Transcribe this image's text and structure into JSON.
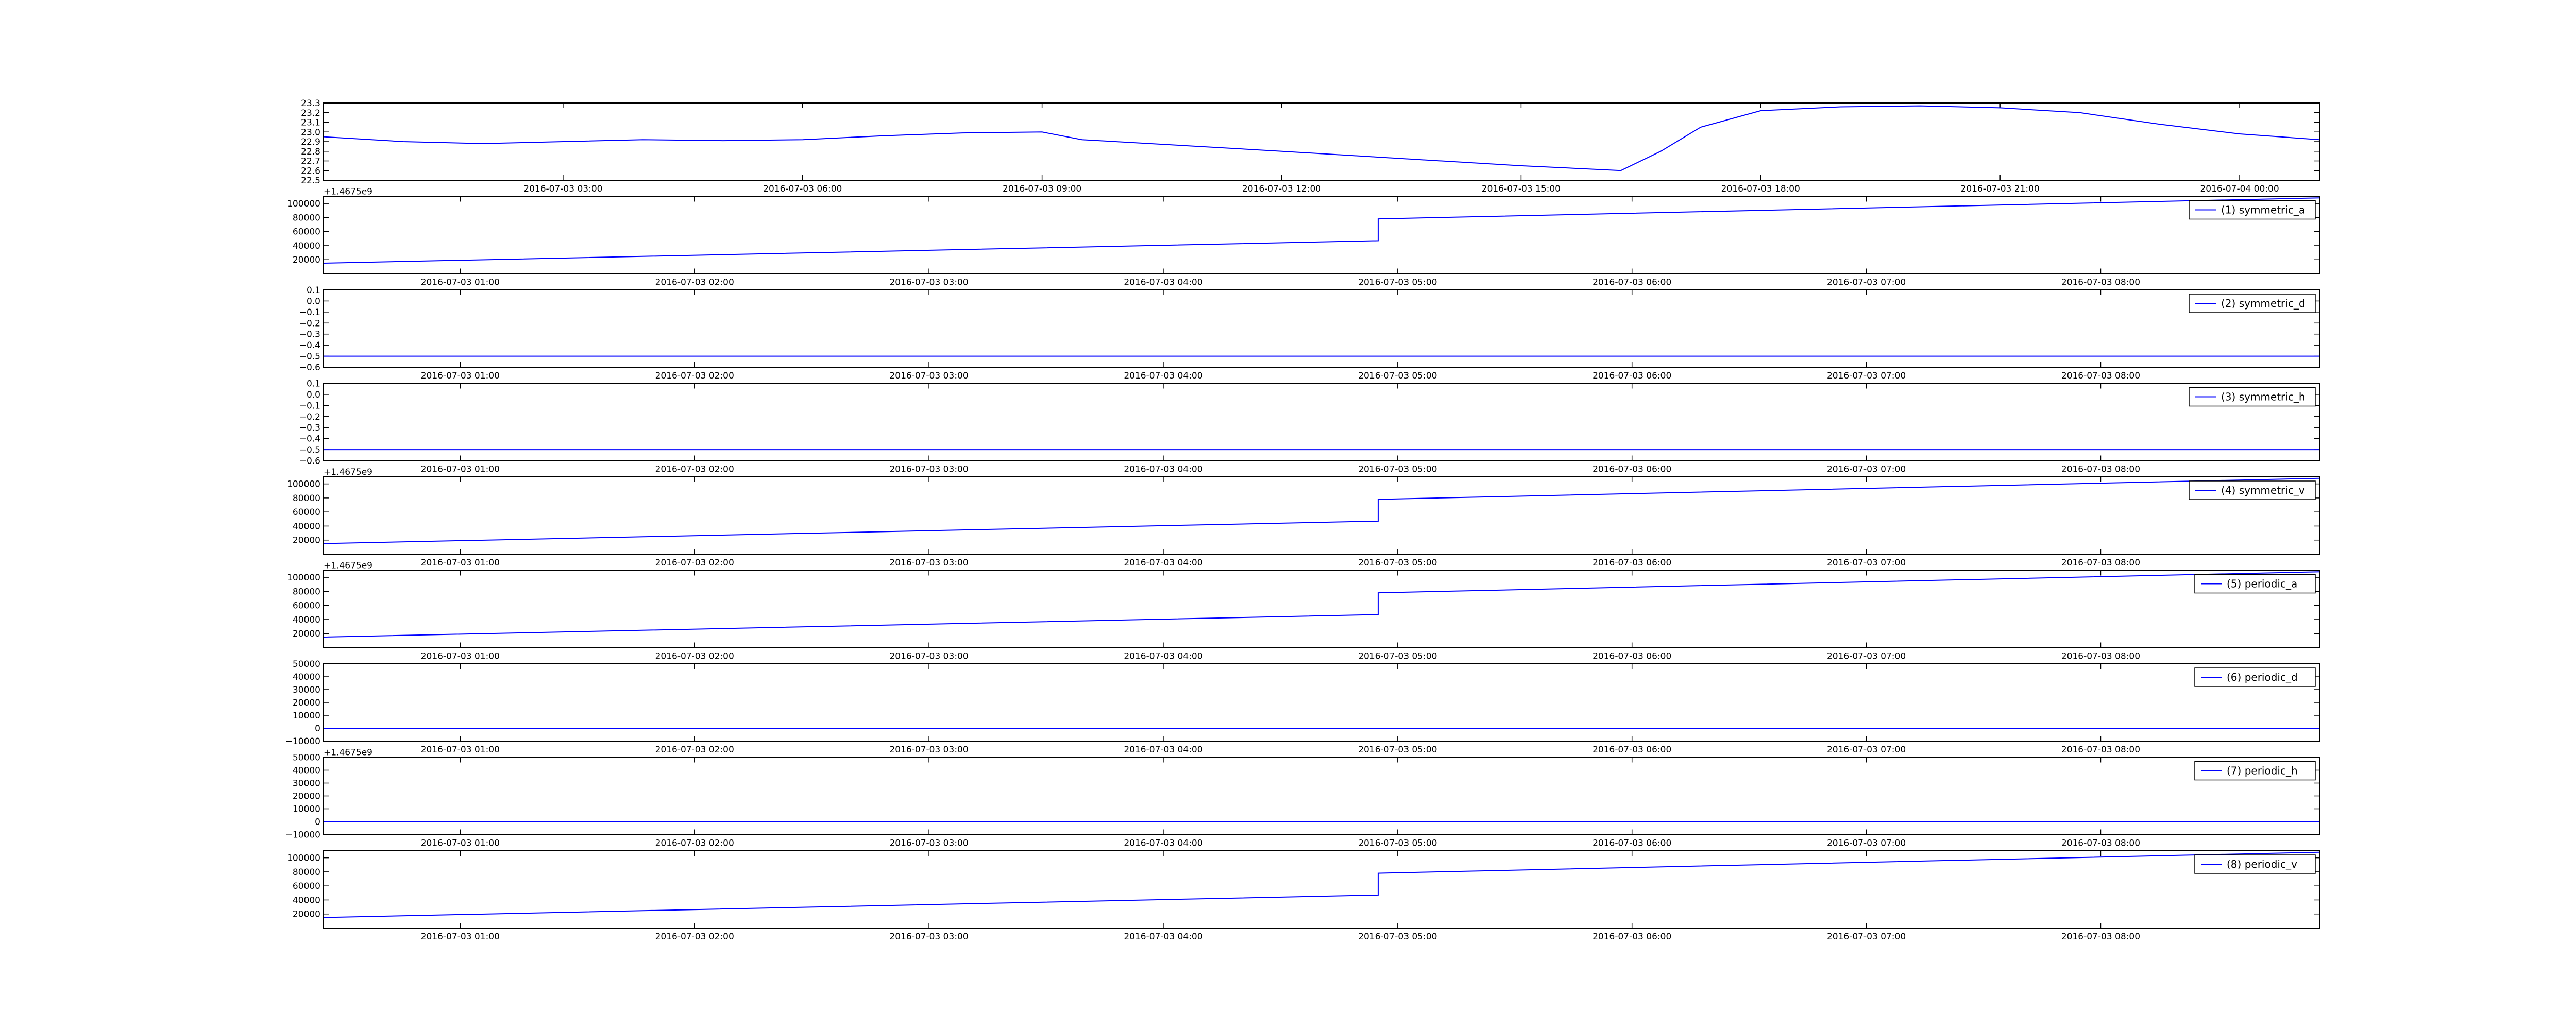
{
  "colors": {
    "line": "#0000ff",
    "axis": "#000000",
    "background": "#ffffff"
  },
  "chart_data": [
    {
      "type": "line",
      "title": "",
      "xlabel": "",
      "ylabel": "",
      "legend": "",
      "offset_label": "",
      "grid": false,
      "x_ticks": [
        "2016-07-03 03:00",
        "2016-07-03 06:00",
        "2016-07-03 09:00",
        "2016-07-03 12:00",
        "2016-07-03 15:00",
        "2016-07-03 18:00",
        "2016-07-03 21:00",
        "2016-07-04 00:00"
      ],
      "xlim": [
        "2016-07-03 00:00",
        "2016-07-04 01:00"
      ],
      "ylim": [
        22.5,
        23.3
      ],
      "y_ticks": [
        "22.5",
        "22.6",
        "22.7",
        "22.8",
        "22.9",
        "23.0",
        "23.1",
        "23.2",
        "23.3"
      ],
      "x": [
        "2016-07-03 00:00",
        "2016-07-03 01:00",
        "2016-07-03 02:00",
        "2016-07-03 03:00",
        "2016-07-03 04:00",
        "2016-07-03 05:00",
        "2016-07-03 06:00",
        "2016-07-03 07:00",
        "2016-07-03 08:00",
        "2016-07-03 09:00",
        "2016-07-03 09:30",
        "2016-07-03 12:00",
        "2016-07-03 15:00",
        "2016-07-03 16:15",
        "2016-07-03 16:45",
        "2016-07-03 17:15",
        "2016-07-03 18:00",
        "2016-07-03 19:00",
        "2016-07-03 20:00",
        "2016-07-03 21:00",
        "2016-07-03 22:00",
        "2016-07-03 23:00",
        "2016-07-04 00:00",
        "2016-07-04 01:00"
      ],
      "y": [
        22.95,
        22.9,
        22.88,
        22.9,
        22.92,
        22.91,
        22.92,
        22.96,
        22.99,
        23.0,
        22.92,
        22.8,
        22.65,
        22.6,
        22.8,
        23.05,
        23.22,
        23.26,
        23.27,
        23.25,
        23.2,
        23.08,
        22.98,
        22.92
      ]
    },
    {
      "type": "line",
      "title": "",
      "xlabel": "",
      "ylabel": "",
      "legend": "(1) symmetric_a",
      "legend_position": "top-right",
      "offset_label": "+1.4675e9",
      "grid": false,
      "x_ticks": [
        "2016-07-03 01:00",
        "2016-07-03 02:00",
        "2016-07-03 03:00",
        "2016-07-03 04:00",
        "2016-07-03 05:00",
        "2016-07-03 06:00",
        "2016-07-03 07:00",
        "2016-07-03 08:00"
      ],
      "xlim": [
        "2016-07-03 00:25",
        "2016-07-03 08:56"
      ],
      "ylim": [
        0,
        110000
      ],
      "y_ticks": [
        "20000",
        "40000",
        "60000",
        "80000",
        "100000"
      ],
      "x": [
        "2016-07-03 00:25",
        "2016-07-03 04:55",
        "2016-07-03 04:55",
        "2016-07-03 08:56"
      ],
      "y": [
        15000,
        47000,
        78000,
        108000
      ]
    },
    {
      "type": "line",
      "title": "",
      "xlabel": "",
      "ylabel": "",
      "legend": "(2) symmetric_d",
      "legend_position": "top-right",
      "offset_label": "",
      "grid": false,
      "x_ticks": [
        "2016-07-03 01:00",
        "2016-07-03 02:00",
        "2016-07-03 03:00",
        "2016-07-03 04:00",
        "2016-07-03 05:00",
        "2016-07-03 06:00",
        "2016-07-03 07:00",
        "2016-07-03 08:00"
      ],
      "xlim": [
        "2016-07-03 00:25",
        "2016-07-03 08:56"
      ],
      "ylim": [
        -0.6,
        0.1
      ],
      "y_ticks": [
        "−0.6",
        "−0.5",
        "−0.4",
        "−0.3",
        "−0.2",
        "−0.1",
        "0.0",
        "0.1"
      ],
      "x": [
        "2016-07-03 00:25",
        "2016-07-03 08:56"
      ],
      "y": [
        -0.5,
        -0.5
      ]
    },
    {
      "type": "line",
      "title": "",
      "xlabel": "",
      "ylabel": "",
      "legend": "(3) symmetric_h",
      "legend_position": "top-right",
      "offset_label": "",
      "grid": false,
      "x_ticks": [
        "2016-07-03 01:00",
        "2016-07-03 02:00",
        "2016-07-03 03:00",
        "2016-07-03 04:00",
        "2016-07-03 05:00",
        "2016-07-03 06:00",
        "2016-07-03 07:00",
        "2016-07-03 08:00"
      ],
      "xlim": [
        "2016-07-03 00:25",
        "2016-07-03 08:56"
      ],
      "ylim": [
        -0.6,
        0.1
      ],
      "y_ticks": [
        "−0.6",
        "−0.5",
        "−0.4",
        "−0.3",
        "−0.2",
        "−0.1",
        "0.0",
        "0.1"
      ],
      "x": [
        "2016-07-03 00:25",
        "2016-07-03 08:56"
      ],
      "y": [
        -0.5,
        -0.5
      ]
    },
    {
      "type": "line",
      "title": "",
      "xlabel": "",
      "ylabel": "",
      "legend": "(4) symmetric_v",
      "legend_position": "top-right",
      "offset_label": "+1.4675e9",
      "grid": false,
      "x_ticks": [
        "2016-07-03 01:00",
        "2016-07-03 02:00",
        "2016-07-03 03:00",
        "2016-07-03 04:00",
        "2016-07-03 05:00",
        "2016-07-03 06:00",
        "2016-07-03 07:00",
        "2016-07-03 08:00"
      ],
      "xlim": [
        "2016-07-03 00:25",
        "2016-07-03 08:56"
      ],
      "ylim": [
        0,
        110000
      ],
      "y_ticks": [
        "20000",
        "40000",
        "60000",
        "80000",
        "100000"
      ],
      "x": [
        "2016-07-03 00:25",
        "2016-07-03 04:55",
        "2016-07-03 04:55",
        "2016-07-03 08:56"
      ],
      "y": [
        15000,
        47000,
        78000,
        108000
      ]
    },
    {
      "type": "line",
      "title": "",
      "xlabel": "",
      "ylabel": "",
      "legend": "(5) periodic_a",
      "legend_position": "top-right",
      "offset_label": "+1.4675e9",
      "grid": false,
      "x_ticks": [
        "2016-07-03 01:00",
        "2016-07-03 02:00",
        "2016-07-03 03:00",
        "2016-07-03 04:00",
        "2016-07-03 05:00",
        "2016-07-03 06:00",
        "2016-07-03 07:00",
        "2016-07-03 08:00"
      ],
      "xlim": [
        "2016-07-03 00:25",
        "2016-07-03 08:56"
      ],
      "ylim": [
        0,
        110000
      ],
      "y_ticks": [
        "20000",
        "40000",
        "60000",
        "80000",
        "100000"
      ],
      "x": [
        "2016-07-03 00:25",
        "2016-07-03 04:55",
        "2016-07-03 04:55",
        "2016-07-03 08:56"
      ],
      "y": [
        15000,
        47000,
        78000,
        108000
      ]
    },
    {
      "type": "line",
      "title": "",
      "xlabel": "",
      "ylabel": "",
      "legend": "(6) periodic_d",
      "legend_position": "top-right",
      "offset_label": "",
      "grid": false,
      "x_ticks": [
        "2016-07-03 01:00",
        "2016-07-03 02:00",
        "2016-07-03 03:00",
        "2016-07-03 04:00",
        "2016-07-03 05:00",
        "2016-07-03 06:00",
        "2016-07-03 07:00",
        "2016-07-03 08:00"
      ],
      "xlim": [
        "2016-07-03 00:25",
        "2016-07-03 08:56"
      ],
      "ylim": [
        -10000,
        50000
      ],
      "y_ticks": [
        "−10000",
        "0",
        "10000",
        "20000",
        "30000",
        "40000",
        "50000"
      ],
      "x": [
        "2016-07-03 00:25",
        "2016-07-03 08:56"
      ],
      "y": [
        0,
        0
      ]
    },
    {
      "type": "line",
      "title": "",
      "xlabel": "",
      "ylabel": "",
      "legend": "(7) periodic_h",
      "legend_position": "top-right",
      "offset_label": "+1.4675e9",
      "grid": false,
      "x_ticks": [
        "2016-07-03 01:00",
        "2016-07-03 02:00",
        "2016-07-03 03:00",
        "2016-07-03 04:00",
        "2016-07-03 05:00",
        "2016-07-03 06:00",
        "2016-07-03 07:00",
        "2016-07-03 08:00"
      ],
      "xlim": [
        "2016-07-03 00:25",
        "2016-07-03 08:56"
      ],
      "ylim": [
        -10000,
        50000
      ],
      "y_ticks": [
        "−10000",
        "0",
        "10000",
        "20000",
        "30000",
        "40000",
        "50000"
      ],
      "x": [
        "2016-07-03 00:25",
        "2016-07-03 08:56"
      ],
      "y": [
        0,
        0
      ]
    },
    {
      "type": "line",
      "title": "",
      "xlabel": "",
      "ylabel": "",
      "legend": "(8) periodic_v",
      "legend_position": "top-right",
      "offset_label": "",
      "grid": false,
      "x_ticks": [
        "2016-07-03 01:00",
        "2016-07-03 02:00",
        "2016-07-03 03:00",
        "2016-07-03 04:00",
        "2016-07-03 05:00",
        "2016-07-03 06:00",
        "2016-07-03 07:00",
        "2016-07-03 08:00"
      ],
      "xlim": [
        "2016-07-03 00:25",
        "2016-07-03 08:56"
      ],
      "ylim": [
        0,
        110000
      ],
      "y_ticks": [
        "20000",
        "40000",
        "60000",
        "80000",
        "100000"
      ],
      "x": [
        "2016-07-03 00:25",
        "2016-07-03 04:55",
        "2016-07-03 04:55",
        "2016-07-03 08:56"
      ],
      "y": [
        15000,
        47000,
        78000,
        108000
      ]
    }
  ]
}
